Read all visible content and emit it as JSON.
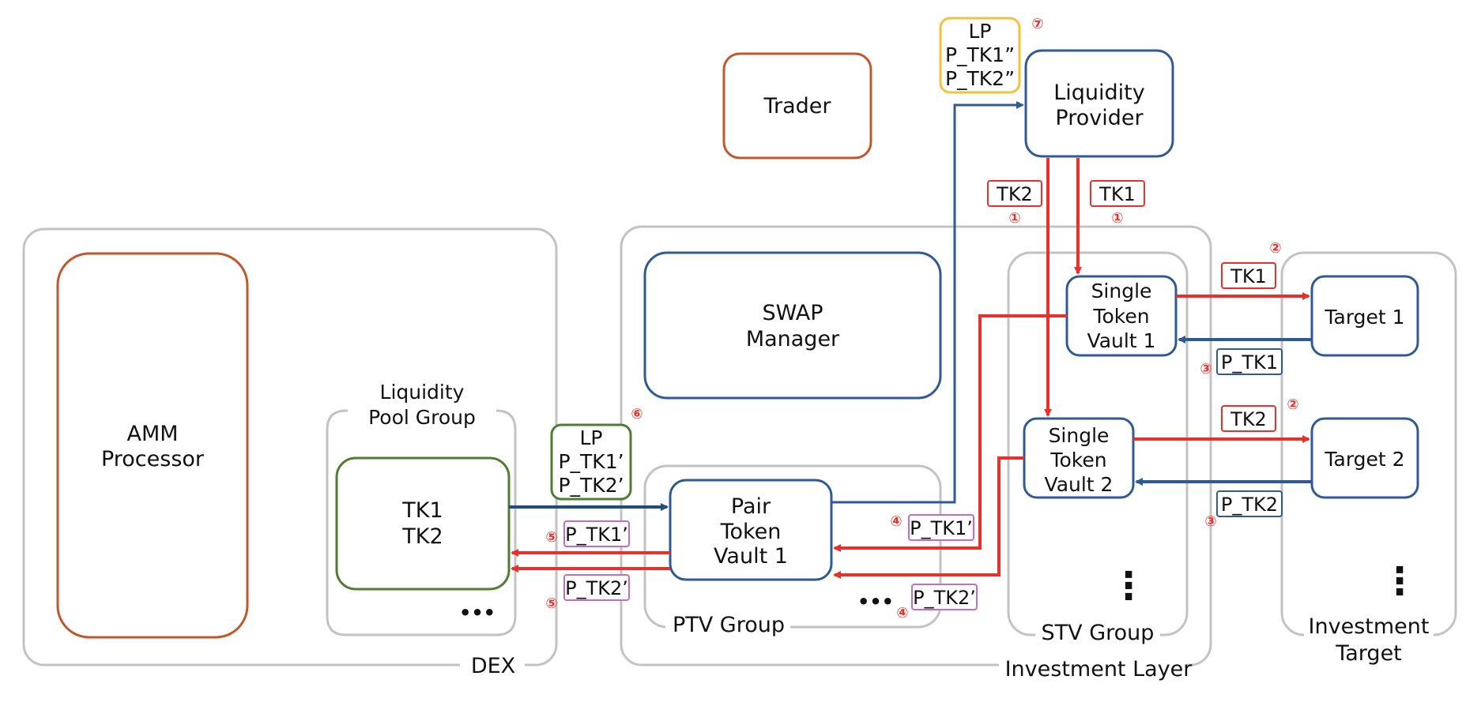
{
  "colors": {
    "orange": "#c0582b",
    "blue": "#2f5b93",
    "green": "#4f7d33",
    "gray": "#c3c3c3",
    "red": "#e8312a",
    "purple": "#c66ac9",
    "yellow": "#f5bf3f",
    "navy": "#1f4e79"
  },
  "groups": {
    "dex": "DEX",
    "investment_layer": "Investment Layer",
    "ptv_group": "PTV Group",
    "stv_group": "STV Group",
    "investment_target": [
      "Investment",
      "Target"
    ],
    "liquidity_pool_group": [
      "Liquidity",
      "Pool Group"
    ]
  },
  "nodes": {
    "trader": "Trader",
    "liquidity_provider": [
      "Liquidity",
      "Provider"
    ],
    "amm_processor": [
      "AMM",
      "Processor"
    ],
    "swap_manager": [
      "SWAP",
      "Manager"
    ],
    "pool": [
      "TK1",
      "TK2"
    ],
    "pair_token_vault_1": [
      "Pair",
      "Token",
      "Vault 1"
    ],
    "single_token_vault_1": [
      "Single",
      "Token",
      "Vault 1"
    ],
    "single_token_vault_2": [
      "Single",
      "Token",
      "Vault 2"
    ],
    "target_1": "Target 1",
    "target_2": "Target 2"
  },
  "labels": {
    "lp_stack_7": [
      "LP",
      "P_TK1”",
      "P_TK2”"
    ],
    "lp_stack_6": [
      "LP",
      "P_TK1’",
      "P_TK2’"
    ],
    "tk2_from_lp": "TK2",
    "tk1_from_lp": "TK1",
    "tk1_to_target": "TK1",
    "tk2_to_target": "TK2",
    "ptk1_from_target": "P_TK1",
    "ptk2_from_target": "P_TK2",
    "ptk1_prime_to_ptv": "P_TK1’",
    "ptk2_prime_to_ptv": "P_TK2’",
    "ptk1_prime_to_pool": "P_TK1’",
    "ptk2_prime_to_pool": "P_TK2’"
  },
  "steps": {
    "s1": "①",
    "s2": "②",
    "s3": "③",
    "s4": "④",
    "s5": "⑤",
    "s6": "⑥",
    "s7": "⑦"
  },
  "ellipsis": {
    "h": "•••",
    "v": "⋮"
  }
}
